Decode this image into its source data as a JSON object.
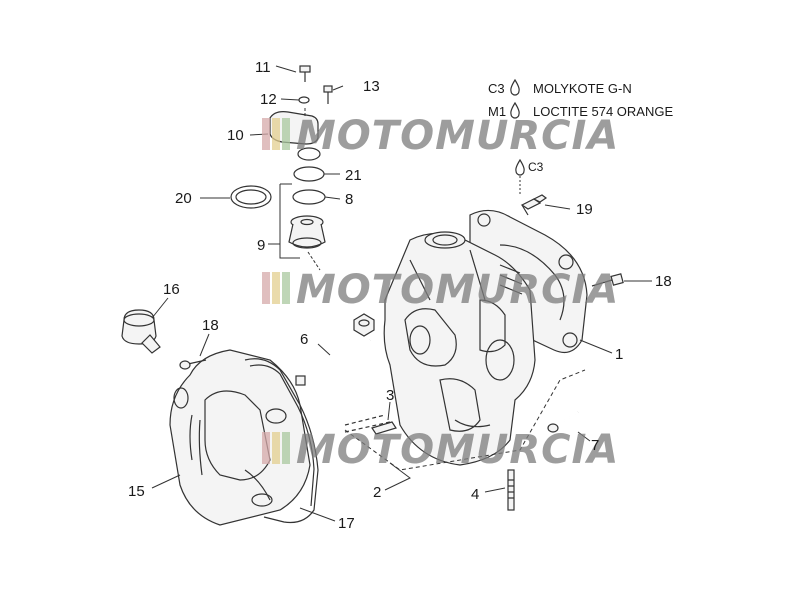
{
  "legend": [
    {
      "code": "C3",
      "text": "MOLYKOTE G-N"
    },
    {
      "code": "M1",
      "text": "LOCTITE 574 ORANGE"
    }
  ],
  "callout_code": "C3",
  "watermark_text": "MOTOMURCIA",
  "labels": {
    "l1": "1",
    "l2": "2",
    "l3": "3",
    "l4": "4",
    "l6": "6",
    "l7": "7",
    "l8": "8",
    "l9": "9",
    "l10": "10",
    "l11": "11",
    "l12": "12",
    "l13": "13",
    "l15": "15",
    "l16": "16",
    "l17": "17",
    "l18a": "18",
    "l18b": "18",
    "l19": "19",
    "l20": "20",
    "l21": "21"
  }
}
